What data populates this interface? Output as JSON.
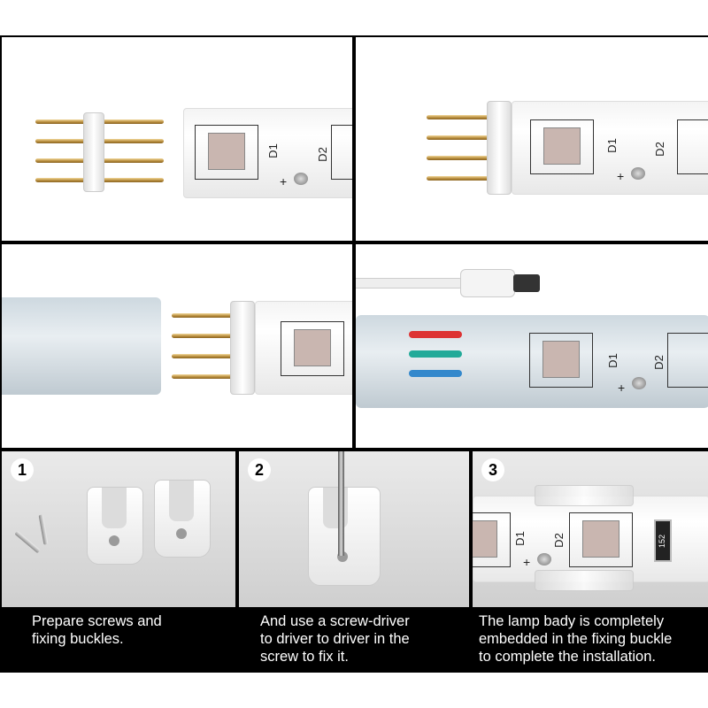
{
  "strip_labels": {
    "d1": "D1",
    "d2": "D2",
    "plus": "+",
    "resistor": "152"
  },
  "steps": [
    {
      "number": "1",
      "caption_lines": [
        "Prepare screws and",
        "fixing buckles."
      ]
    },
    {
      "number": "2",
      "caption_lines": [
        "And use a screw-driver",
        "to driver to driver in the",
        "screw to fix it."
      ]
    },
    {
      "number": "3",
      "caption_lines": [
        "The lamp bady is completely",
        "embedded in the fixing buckle",
        "to complete the installation."
      ]
    }
  ]
}
